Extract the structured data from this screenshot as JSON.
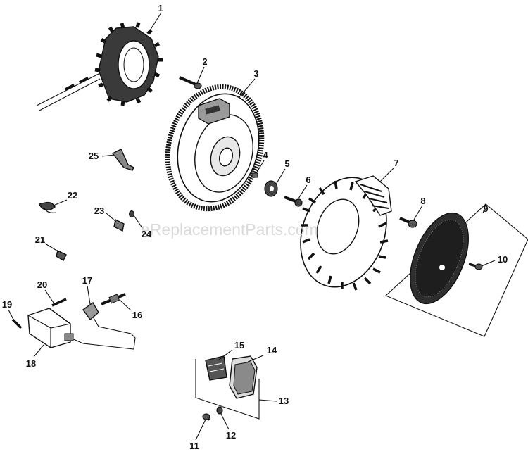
{
  "watermark": "eReplacementParts.com",
  "callouts": {
    "c1": "1",
    "c2": "2",
    "c3": "3",
    "c4": "4",
    "c5": "5",
    "c6": "6",
    "c7": "7",
    "c8": "8",
    "c9": "9",
    "c10": "10",
    "c11": "11",
    "c12": "12",
    "c13": "13",
    "c14": "14",
    "c15": "15",
    "c16": "16",
    "c17": "17",
    "c18": "18",
    "c19": "19",
    "c20": "20",
    "c21": "21",
    "c22": "22",
    "c23": "23",
    "c24": "24",
    "c25": "25"
  },
  "colors": {
    "ink": "#111111",
    "paper": "#ffffff",
    "watermark": "#d4d4d4"
  }
}
